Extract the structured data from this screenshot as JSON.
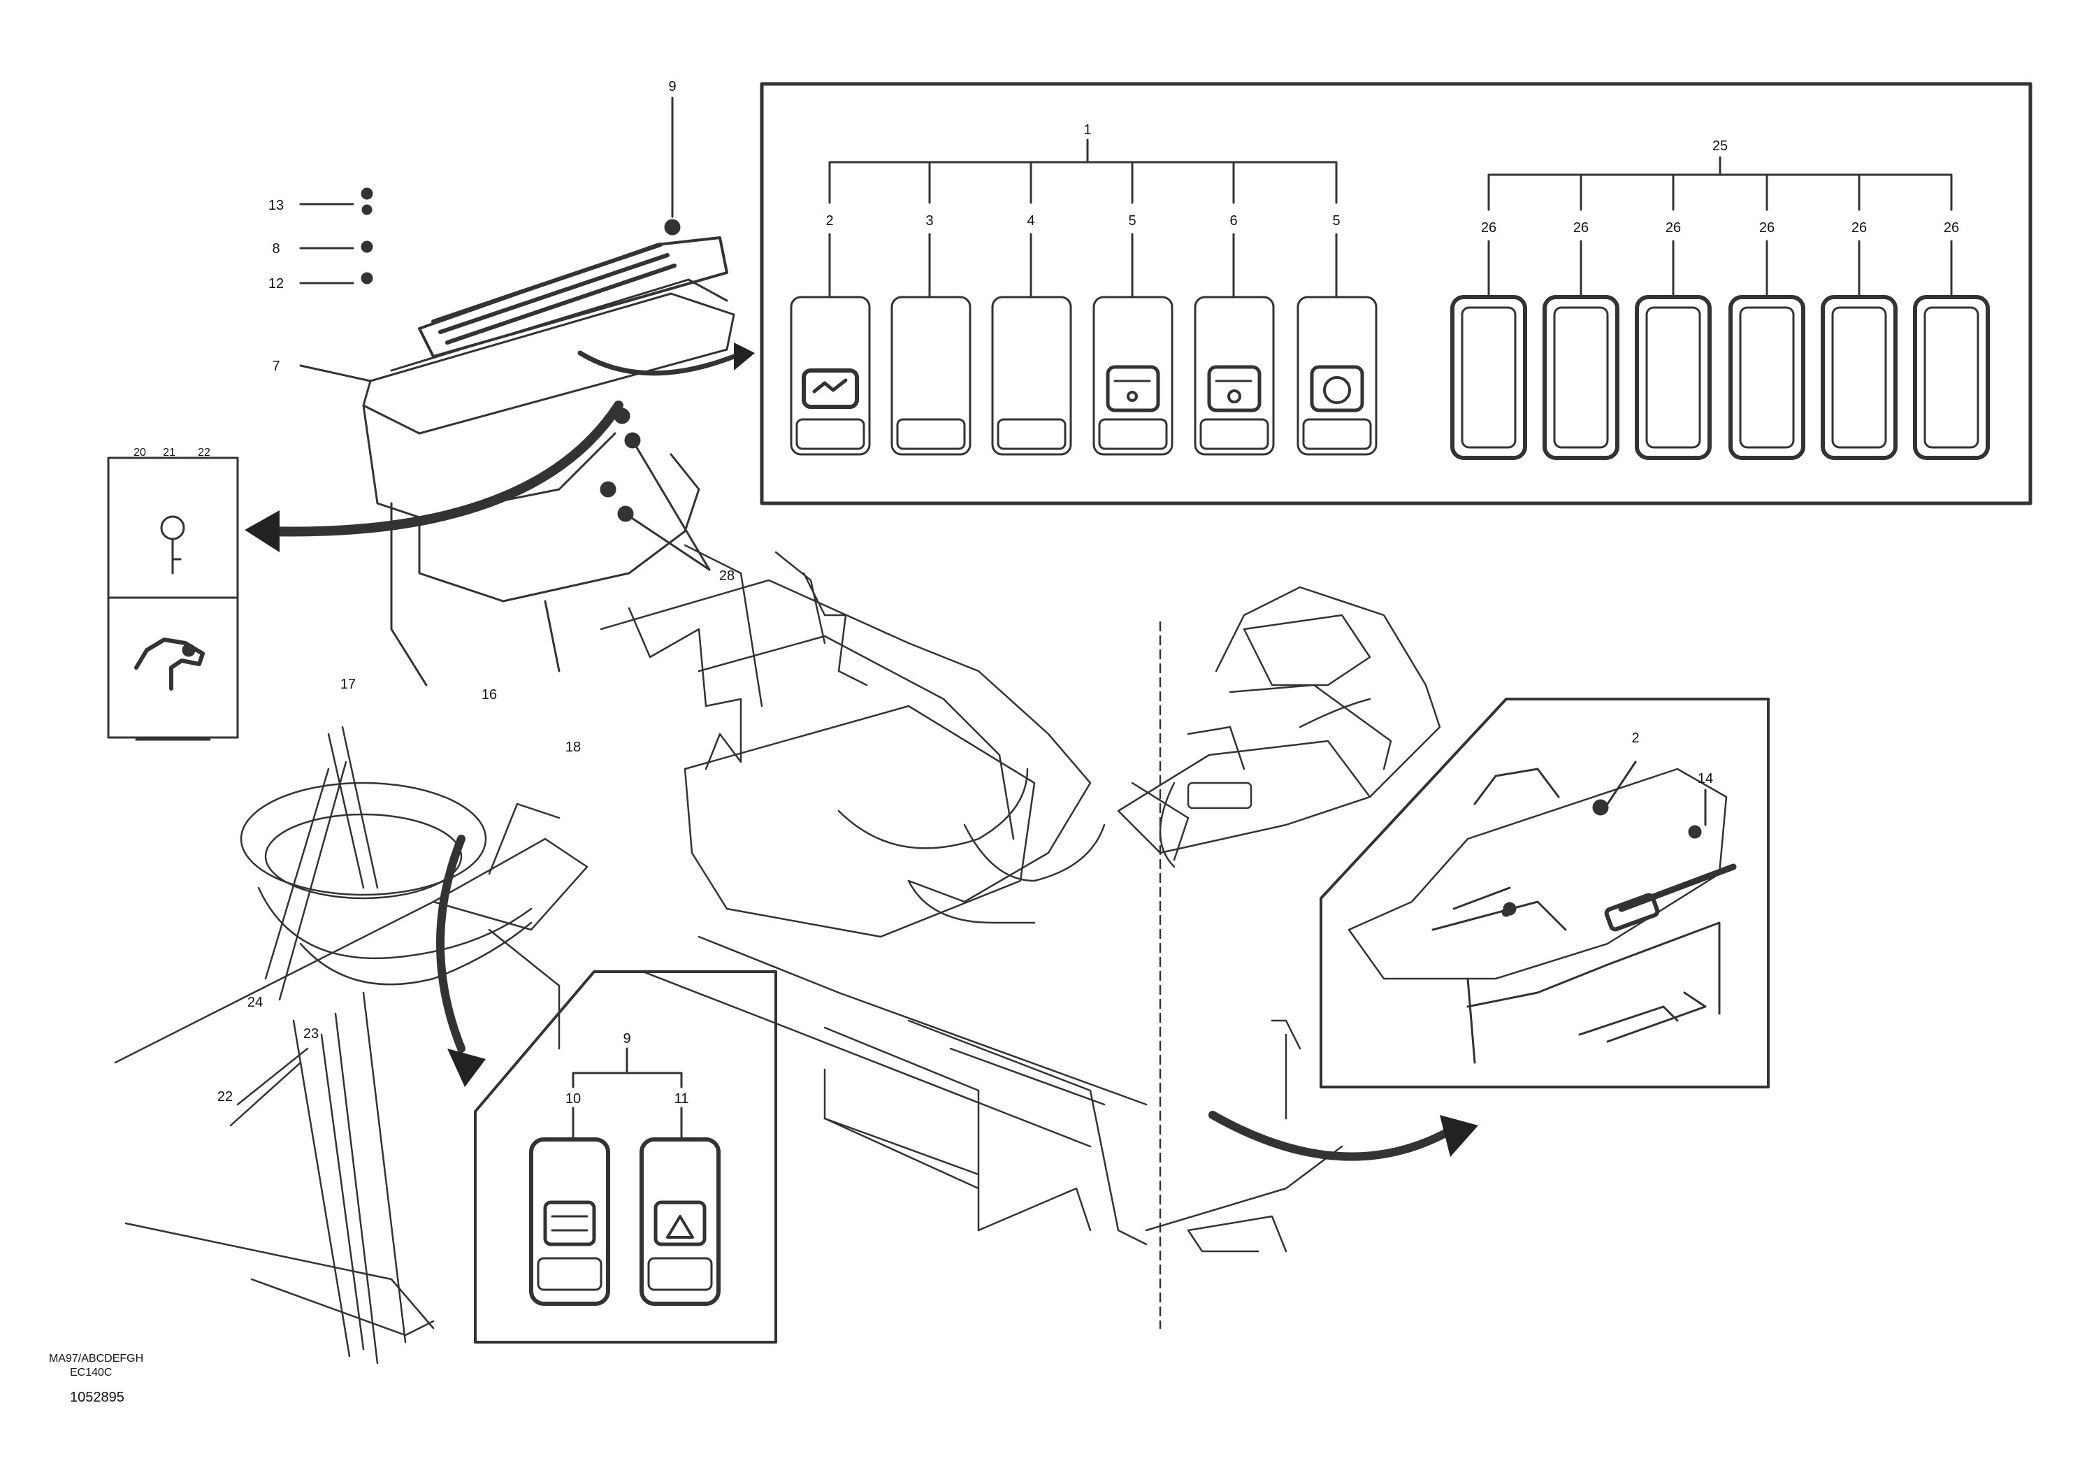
{
  "diagram": {
    "callouts": {
      "top_9": "9",
      "left_13": "13",
      "left_8": "8",
      "left_12": "12",
      "left_7": "7",
      "seat_17": "17",
      "seat_16": "16",
      "seat_18": "18",
      "seat_24": "24",
      "seat_23": "23",
      "seat_22": "22",
      "panel_28": "28",
      "key_20": "20",
      "key_21": "21",
      "key_22": "22",
      "right_2": "2",
      "right_14": "14"
    },
    "panel_left_group": {
      "group_label": "1",
      "switch_labels": [
        "2",
        "3",
        "4",
        "5",
        "6",
        "5"
      ]
    },
    "panel_right_group": {
      "group_label": "25",
      "switch_labels": [
        "26",
        "26",
        "26",
        "26",
        "26",
        "26"
      ]
    },
    "lower_panel": {
      "group_label": "9",
      "switch_labels": [
        "10",
        "11"
      ]
    },
    "footer": {
      "ref_line1": "MA97/ABCDEFGH",
      "ref_line2": "EC140C",
      "code": "1052895"
    }
  }
}
